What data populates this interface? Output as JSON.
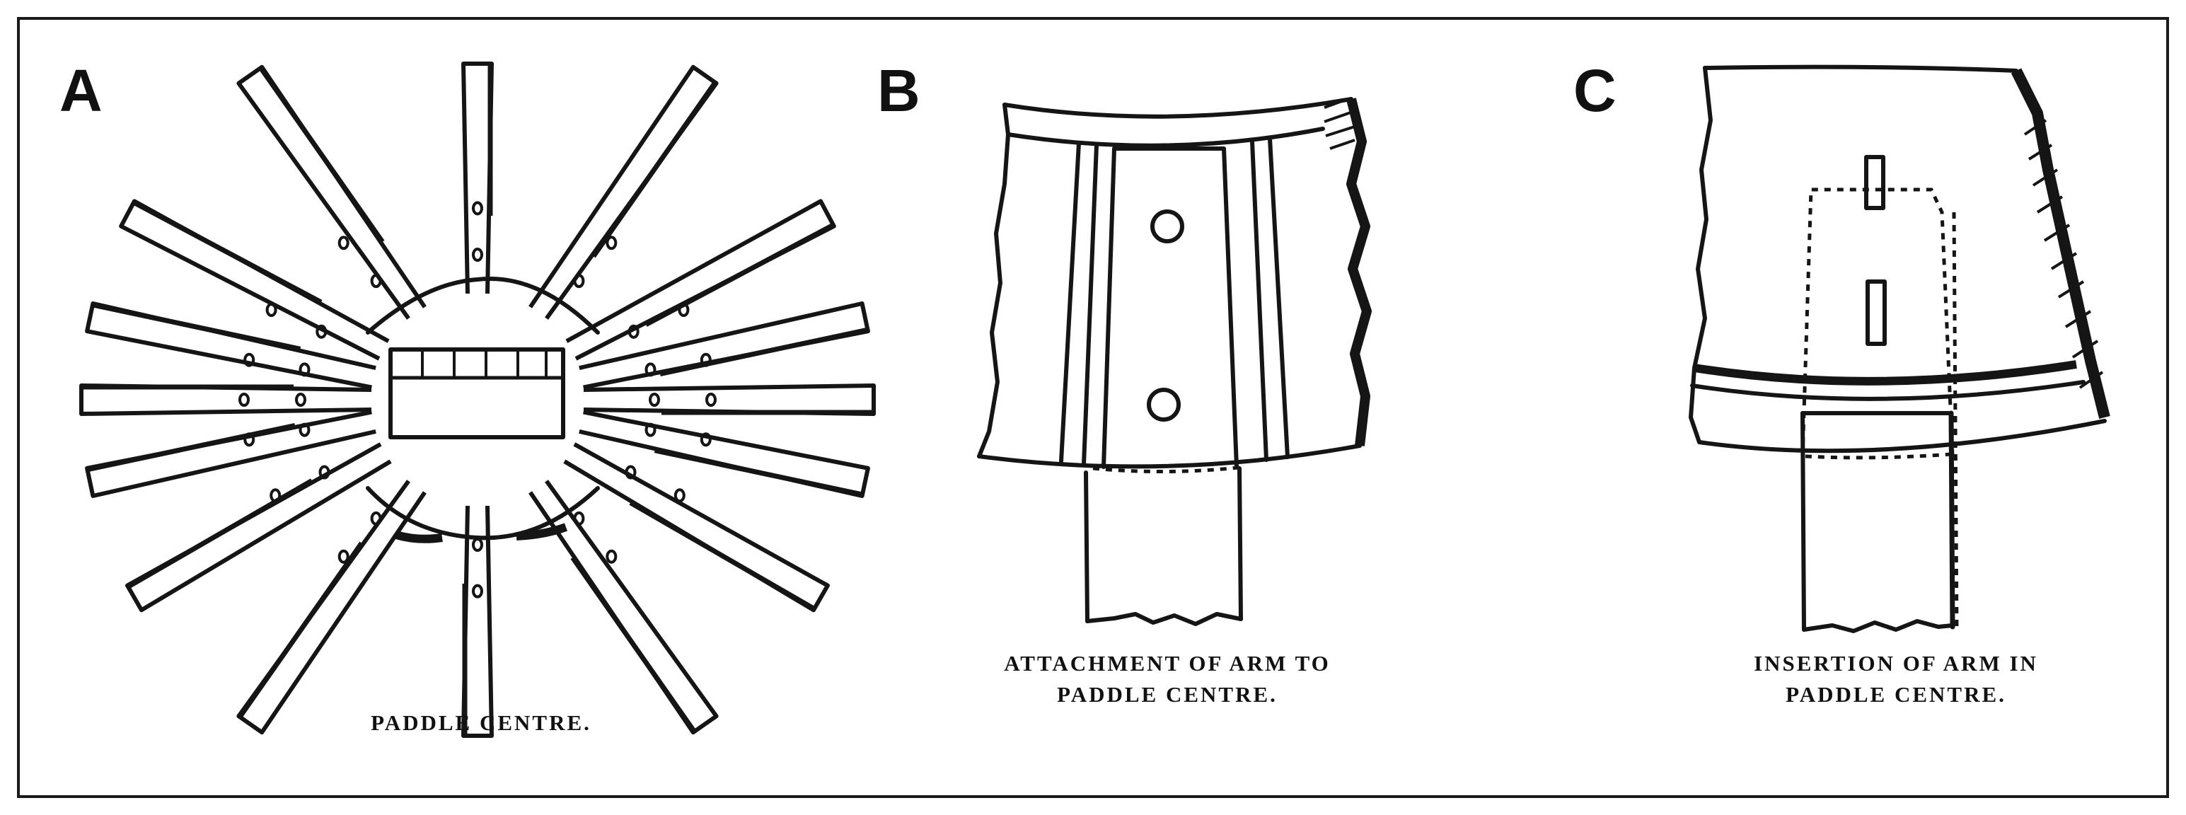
{
  "panels": [
    {
      "letter": "A",
      "caption_lines": [
        "PADDLE CENTRE."
      ]
    },
    {
      "letter": "B",
      "caption_lines": [
        "ATTACHMENT OF ARM TO",
        "PADDLE CENTRE."
      ]
    },
    {
      "letter": "C",
      "caption_lines": [
        "INSERTION OF ARM IN",
        "PADDLE CENTRE."
      ]
    }
  ],
  "colors": {
    "ink": "#151515",
    "background": "#ffffff"
  }
}
